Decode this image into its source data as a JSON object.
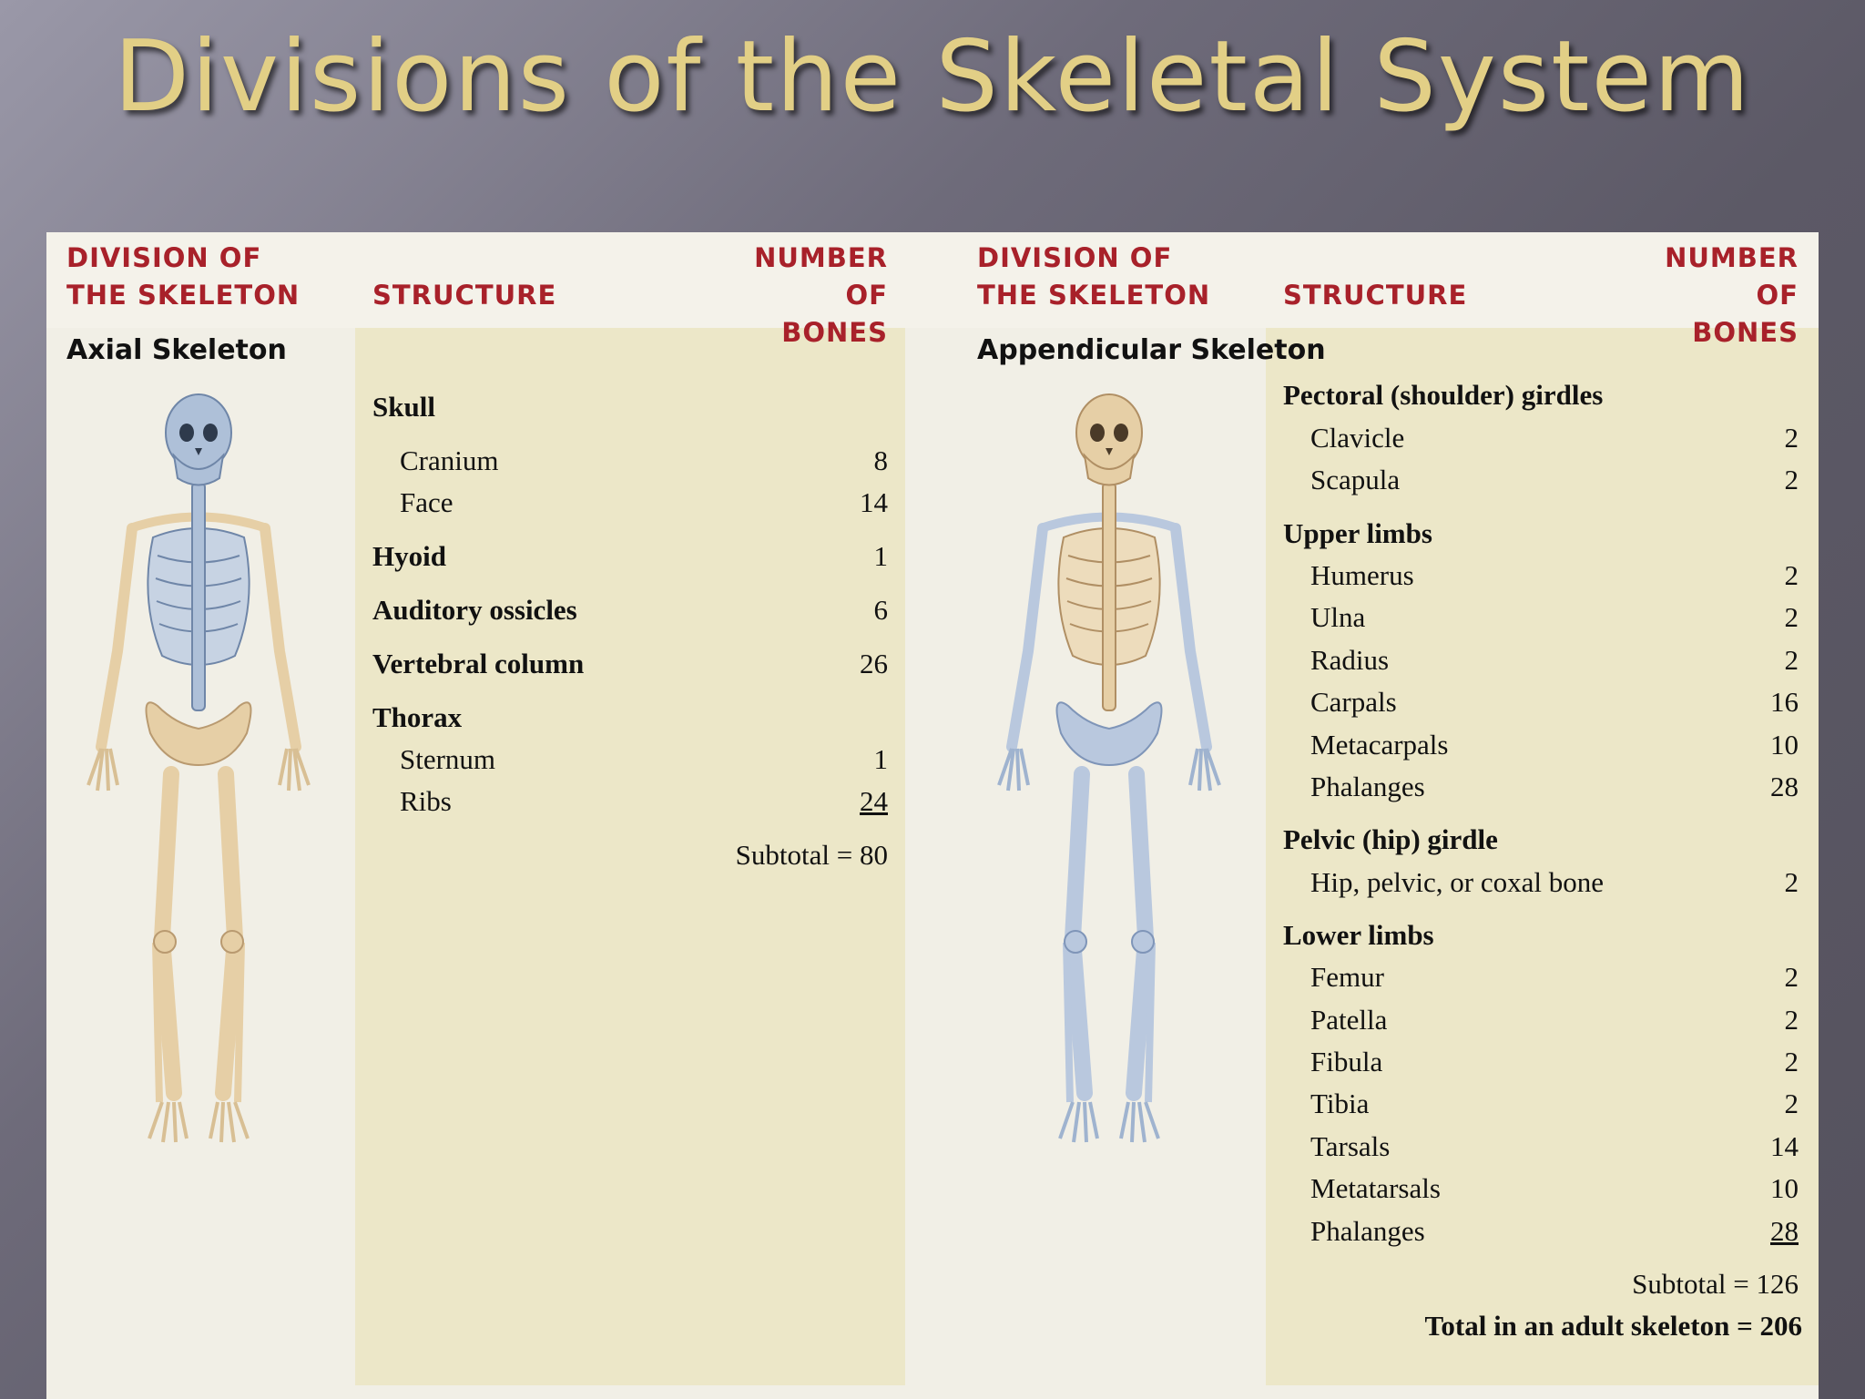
{
  "title": "Divisions of the Skeletal System",
  "headers": {
    "division": "DIVISION OF\nTHE SKELETON",
    "structure": "STRUCTURE",
    "number": "NUMBER\nOF BONES"
  },
  "axial": {
    "name": "Axial Skeleton",
    "rows": [
      {
        "label": "Skull",
        "value": ""
      },
      {
        "label": "Cranium",
        "value": "8"
      },
      {
        "label": "Face",
        "value": "14"
      },
      {
        "label": "Hyoid",
        "value": "1"
      },
      {
        "label": "Auditory ossicles",
        "value": "6"
      },
      {
        "label": "Vertebral column",
        "value": "26"
      },
      {
        "label": "Thorax",
        "value": ""
      },
      {
        "label": "Sternum",
        "value": "1"
      },
      {
        "label": "Ribs",
        "value": "24"
      }
    ],
    "subtotal": "Subtotal = 80"
  },
  "appendicular": {
    "name": "Appendicular Skeleton",
    "rows": [
      {
        "label": "Pectoral (shoulder) girdles",
        "value": ""
      },
      {
        "label": "Clavicle",
        "value": "2"
      },
      {
        "label": "Scapula",
        "value": "2"
      },
      {
        "label": "Upper limbs",
        "value": ""
      },
      {
        "label": "Humerus",
        "value": "2"
      },
      {
        "label": "Ulna",
        "value": "2"
      },
      {
        "label": "Radius",
        "value": "2"
      },
      {
        "label": "Carpals",
        "value": "16"
      },
      {
        "label": "Metacarpals",
        "value": "10"
      },
      {
        "label": "Phalanges",
        "value": "28"
      },
      {
        "label": "Pelvic (hip) girdle",
        "value": ""
      },
      {
        "label": "Hip, pelvic, or coxal bone",
        "value": "2"
      },
      {
        "label": "Lower limbs",
        "value": ""
      },
      {
        "label": "Femur",
        "value": "2"
      },
      {
        "label": "Patella",
        "value": "2"
      },
      {
        "label": "Fibula",
        "value": "2"
      },
      {
        "label": "Tibia",
        "value": "2"
      },
      {
        "label": "Tarsals",
        "value": "14"
      },
      {
        "label": "Metatarsals",
        "value": "10"
      },
      {
        "label": "Phalanges",
        "value": "28"
      }
    ],
    "subtotal": "Subtotal = 126",
    "total": "Total in an adult skeleton = 206"
  },
  "colors": {
    "title": "#e2cf86",
    "header": "#a8212a",
    "structure_bg": "#ece7c8",
    "highlight_blue": "#9fb6d6",
    "bone": "#e9d3ad"
  }
}
